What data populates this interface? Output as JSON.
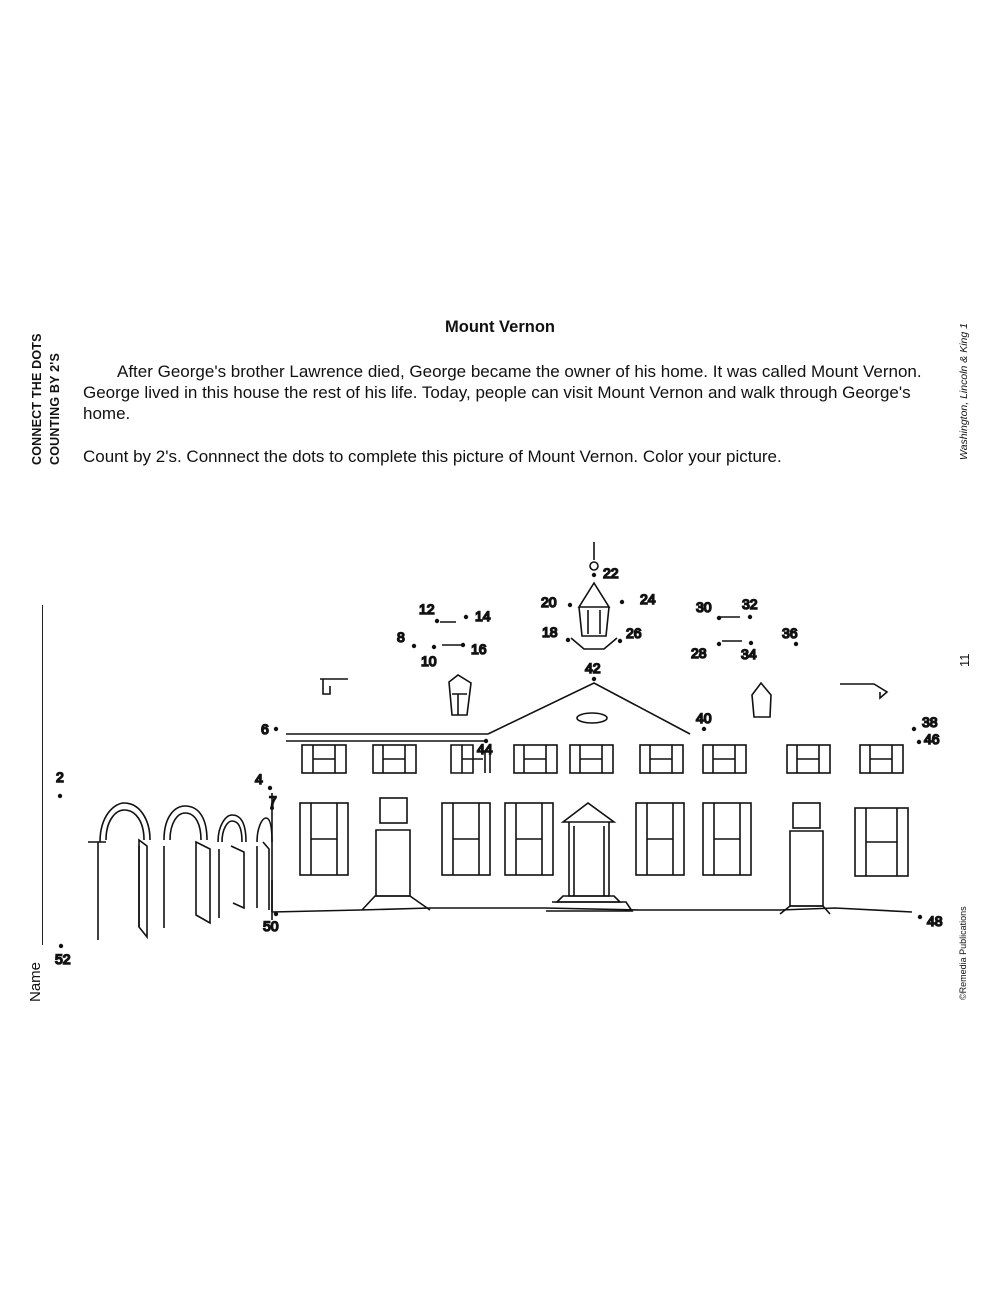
{
  "sidebar_left": {
    "line1": "CONNECT THE DOTS",
    "line2": "COUNTING BY 2'S"
  },
  "name_label": "Name",
  "sidebar_right": {
    "book_title": "Washington, Lincoln & King 1",
    "page_number": "11",
    "copyright": "©Remedia Publications"
  },
  "worksheet": {
    "title": "Mount Vernon",
    "paragraph1": "After George's brother Lawrence died, George became the owner of his home.  It was called Mount Vernon.  George lived in this house the rest of his life. Today, people can visit Mount Vernon and walk through George's home.",
    "paragraph2": "Count by 2's.  Connnect the dots to complete this picture of Mount Vernon.  Color your picture."
  },
  "dot_labels": [
    "2",
    "4",
    "6",
    "7",
    "8",
    "10",
    "12",
    "14",
    "16",
    "18",
    "20",
    "22",
    "24",
    "26",
    "28",
    "30",
    "32",
    "34",
    "36",
    "38",
    "40",
    "42",
    "44",
    "46",
    "48",
    "50",
    "52"
  ]
}
